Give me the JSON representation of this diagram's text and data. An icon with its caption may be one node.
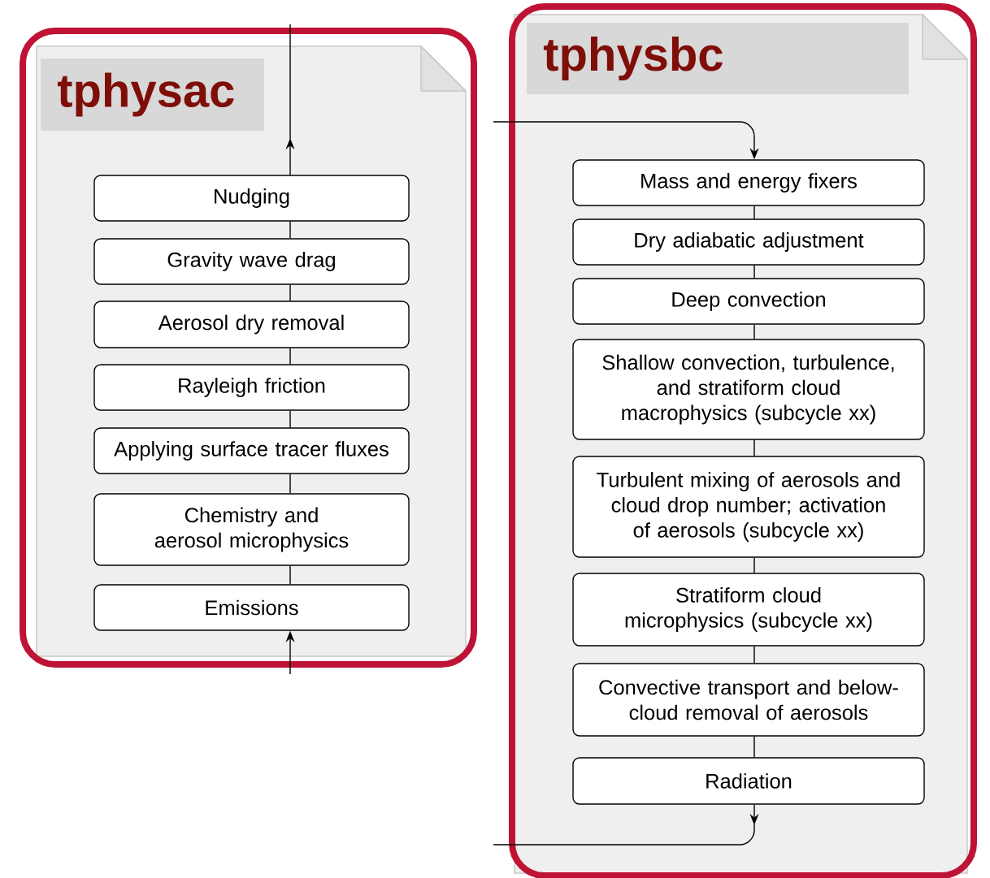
{
  "diagram": {
    "nodes": [
      {
        "text": [
          "tphysac"
        ]
      },
      {
        "text": [
          "Nudging"
        ],
        "in": 0
      },
      {
        "text": [
          "Gravity wave drag"
        ],
        "in": 0
      },
      {
        "text": [
          "Aerosol dry removal"
        ],
        "in": 0
      },
      {
        "text": [
          "Rayleigh friction"
        ],
        "in": 0
      },
      {
        "text": [
          "Applying surface tracer fluxes"
        ],
        "in": 0
      },
      {
        "text": [
          "Chemistry and aerosol microphysics"
        ],
        "in": 0
      },
      {
        "text": [
          "Emissions"
        ],
        "in": 0
      },
      {
        "text": [
          "tphysbc"
        ]
      },
      {
        "text": [
          "Mass and energy fixers"
        ],
        "in": 8
      },
      {
        "text": [
          "Dry adiabatic adjustment"
        ],
        "in": 8
      },
      {
        "text": [
          "Deep convection"
        ],
        "in": 8
      },
      {
        "text": [
          "Shallow convection, turbulence, and stratiform cloud macrophysics (subcycle xx)"
        ],
        "in": 8
      },
      {
        "text": [
          "Turbulent mixing of aerosols and cloud drop number; activation of aerosols (subcycle xx)"
        ],
        "in": 8
      },
      {
        "text": [
          "Stratiform cloud microphysics (subcycle xx)"
        ],
        "in": 8
      },
      {
        "text": [
          "Convective transport and below-cloud removal of aerosols"
        ],
        "in": 8
      },
      {
        "text": [
          "Radiation"
        ],
        "in": 8
      }
    ],
    "edges": [
      {
        "from": 1,
        "to": null,
        "arrow": "to"
      },
      {
        "from": 1,
        "to": 2,
        "arrow": "none"
      },
      {
        "from": 2,
        "to": 3,
        "arrow": "none"
      },
      {
        "from": 3,
        "to": 4,
        "arrow": "none"
      },
      {
        "from": 4,
        "to": 5,
        "arrow": "none"
      },
      {
        "from": 5,
        "to": 6,
        "arrow": "none"
      },
      {
        "from": 6,
        "to": 7,
        "arrow": "none"
      },
      {
        "from": null,
        "to": 7,
        "arrow": "to"
      },
      {
        "from": null,
        "to": 9,
        "arrow": "to"
      },
      {
        "from": 9,
        "to": 10,
        "arrow": "none"
      },
      {
        "from": 10,
        "to": 11,
        "arrow": "none"
      },
      {
        "from": 11,
        "to": 12,
        "arrow": "none"
      },
      {
        "from": 12,
        "to": 13,
        "arrow": "none"
      },
      {
        "from": 13,
        "to": 14,
        "arrow": "none"
      },
      {
        "from": 14,
        "to": 15,
        "arrow": "none"
      },
      {
        "from": 15,
        "to": 16,
        "arrow": "none"
      },
      {
        "from": 16,
        "to": null,
        "arrow": "to"
      }
    ]
  }
}
